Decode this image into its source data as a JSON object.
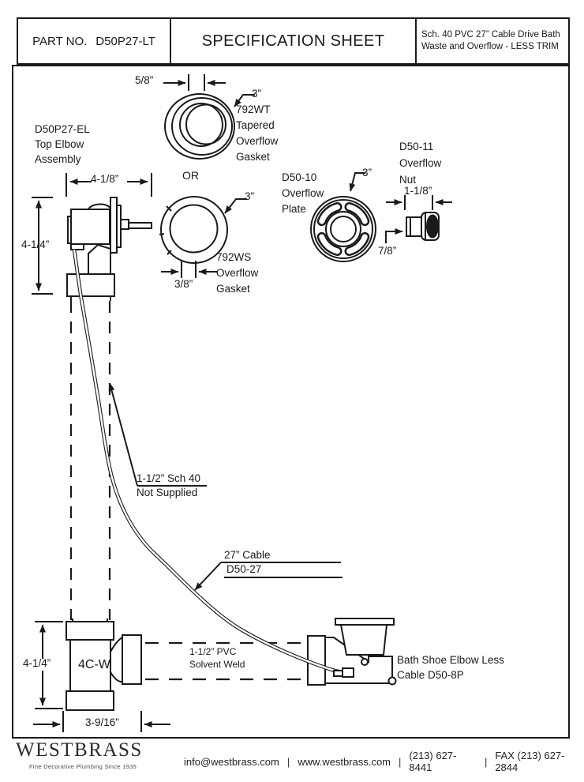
{
  "header": {
    "part_label": "PART NO.",
    "part_number": "D50P27-LT",
    "title": "SPECIFICATION SHEET",
    "description_line1": "Sch. 40 PVC 27” Cable Drive Bath",
    "description_line2": "Waste and Overflow - LESS TRIM"
  },
  "diagram": {
    "labels": {
      "dim_5_8": "5/8”",
      "wt_size": "3”",
      "wt_gasket": "792WT\nTapered\nOverflow\nGasket",
      "top_elbow": "D50P27-EL\nTop Elbow\nAssembly",
      "or": "OR",
      "dim_4_1_8": "4-1/8”",
      "dim_4_1_4_top": "4-1/4”",
      "ws_size": "3”",
      "ws_gasket": "792WS\nOverflow\nGasket",
      "dim_3_8": "3/8”",
      "overflow_plate": "D50-10\nOverflow\nPlate",
      "plate_size": "3”",
      "overflow_nut": "D50-11\nOverflow\nNut",
      "dim_1_1_8": "1-1/8”",
      "dim_7_8": "7/8”",
      "sch40": "1-1/2” Sch 40",
      "not_supplied": "Not Supplied",
      "cable": "27” Cable",
      "cable_part": "D50-27",
      "dim_4_1_4_bottom": "4-1/4”",
      "tee": "4C-W",
      "dim_3_9_16": "3-9/16”",
      "pvc_weld": "1-1/2” PVC\nSolvent Weld",
      "shoe": "Bath Shoe Elbow Less\nCable D50-8P"
    }
  },
  "footer": {
    "brand": "WESTBRASS",
    "tagline": "Fine Decorative Plumbing Since 1935",
    "separator": "|",
    "contacts": [
      "info@westbrass.com",
      "www.westbrass.com",
      "(213) 627-8441",
      "FAX (213) 627-2844"
    ]
  }
}
